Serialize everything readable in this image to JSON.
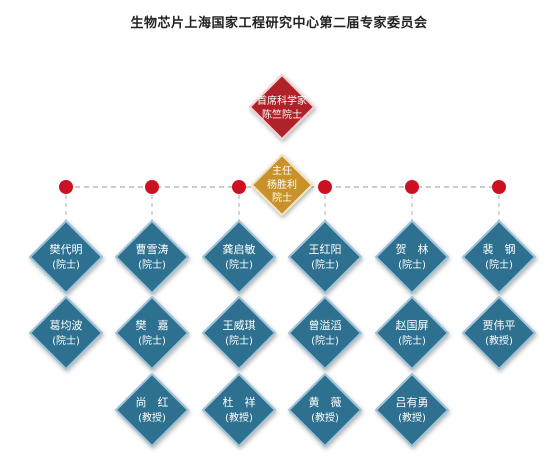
{
  "title": "生物芯片上海国家工程研究中心第二届专家委员会",
  "colors": {
    "chief": "#b0202c",
    "director": "#c8912c",
    "member": "#2f6f8f",
    "member_border": "#9ec2d6",
    "dot": "#cc1122",
    "line": "#bbbbbb"
  },
  "chief": {
    "line1": "首席科学家",
    "line2": "陈竺院士"
  },
  "director": {
    "line1": "主任",
    "line2": "杨胜利",
    "line3": "院士"
  },
  "members": [
    [
      {
        "name": "樊代明",
        "title": "(院士)"
      },
      {
        "name": "葛均波",
        "title": "(院士)"
      }
    ],
    [
      {
        "name": "曹雪涛",
        "title": "(院士)"
      },
      {
        "name": "樊　嘉",
        "title": "(院士)"
      },
      {
        "name": "尚　红",
        "title": "(教授)"
      }
    ],
    [
      {
        "name": "龚启敏",
        "title": "(院士)"
      },
      {
        "name": "王威琪",
        "title": "(院士)"
      },
      {
        "name": "杜　祥",
        "title": "(教授)"
      }
    ],
    [
      {
        "name": "王红阳",
        "title": "(院士)"
      },
      {
        "name": "曾溢滔",
        "title": "(院士)"
      },
      {
        "name": "黄　薇",
        "title": "(教授)"
      }
    ],
    [
      {
        "name": "贺　林",
        "title": "(院士)"
      },
      {
        "name": "赵国屏",
        "title": "(院士)"
      },
      {
        "name": "吕有勇",
        "title": "(教授)"
      }
    ],
    [
      {
        "name": "裴　钢",
        "title": "(院士)"
      },
      {
        "name": "贾伟平",
        "title": "(教授)"
      }
    ]
  ]
}
